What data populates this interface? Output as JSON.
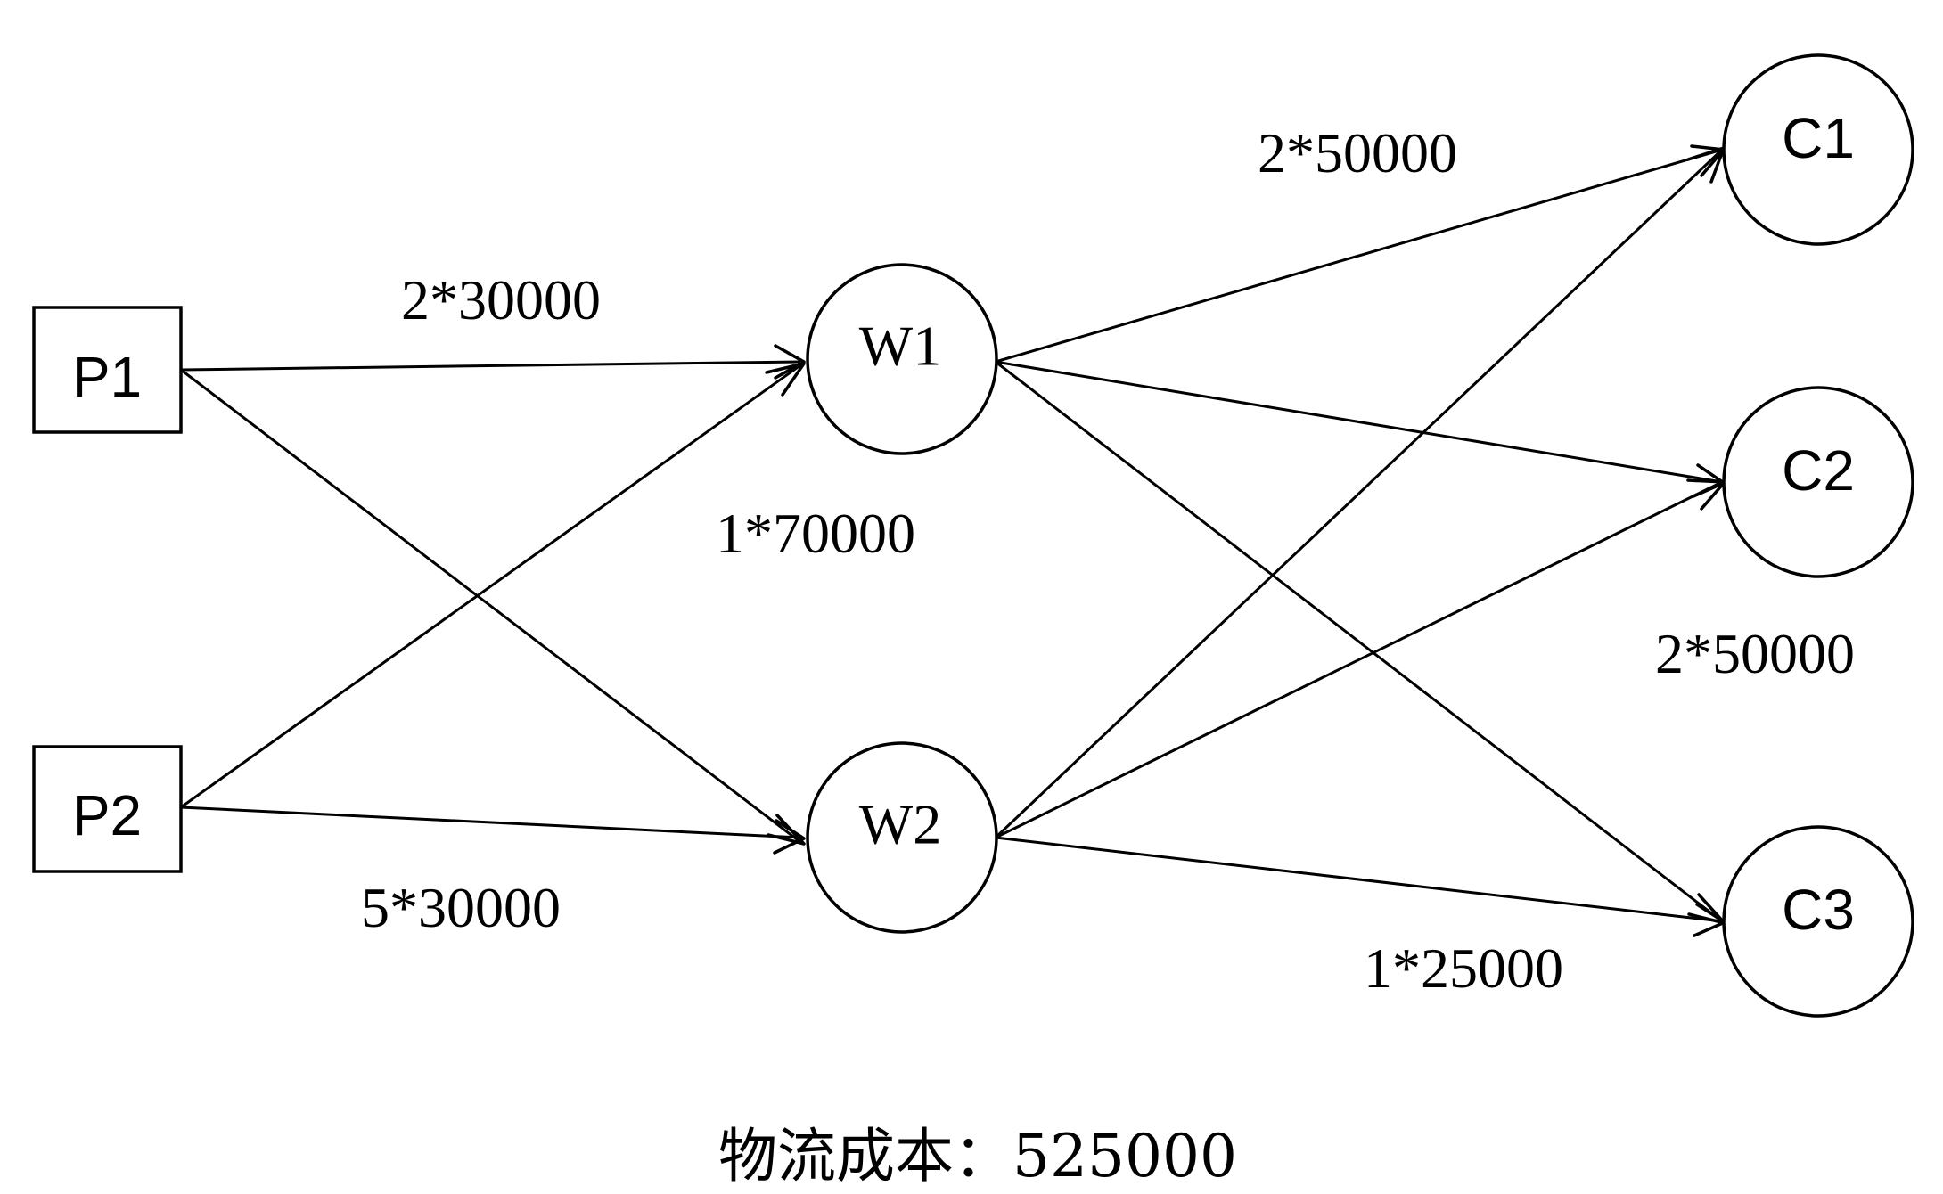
{
  "diagram": {
    "nodes": {
      "p1": "P1",
      "p2": "P2",
      "w1": "W1",
      "w2": "W2",
      "c1": "C1",
      "c2": "C2",
      "c3": "C3"
    },
    "edge_labels": {
      "p1_w1": "2*30000",
      "p2_w1": "1*70000",
      "p2_w2": "5*30000",
      "w1_c1": "2*50000",
      "w1_c3": "2*50000",
      "w2_c3": "1*25000"
    },
    "edges": [
      {
        "from": "P1",
        "to": "W1"
      },
      {
        "from": "P1",
        "to": "W2"
      },
      {
        "from": "P2",
        "to": "W1"
      },
      {
        "from": "P2",
        "to": "W2"
      },
      {
        "from": "W1",
        "to": "C1"
      },
      {
        "from": "W1",
        "to": "C2"
      },
      {
        "from": "W1",
        "to": "C3"
      },
      {
        "from": "W2",
        "to": "C1"
      },
      {
        "from": "W2",
        "to": "C2"
      },
      {
        "from": "W2",
        "to": "C3"
      }
    ],
    "footer": "物流成本：525000"
  }
}
